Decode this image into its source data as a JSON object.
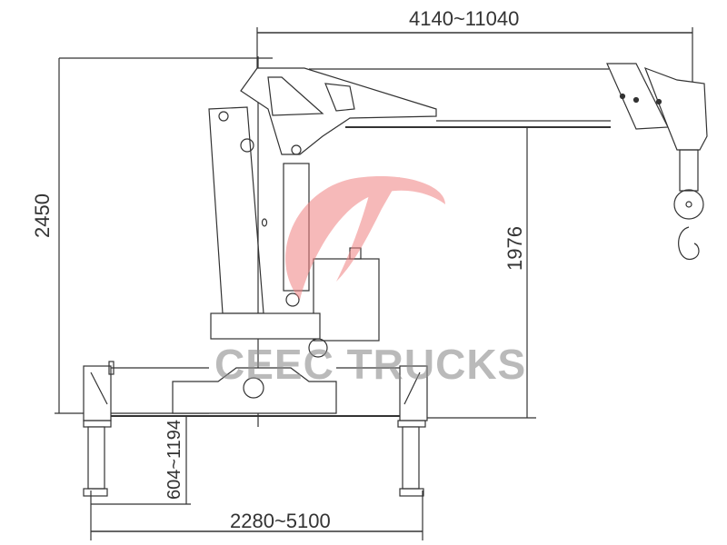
{
  "diagram": {
    "type": "technical-drawing",
    "subject": "truck-mounted telescopic crane side elevation",
    "line_color": "#333333",
    "background": "#ffffff"
  },
  "dimensions": {
    "reach": "4140~11040",
    "total_height": "2450",
    "boom_pivot_height": "1976",
    "outrigger_leg_stroke": "604~1194",
    "outrigger_span": "2280~5100"
  },
  "watermark": {
    "text": "CEEC TRUCKS",
    "text_color": "#8c8c8c",
    "logo_color": "#f08080"
  }
}
